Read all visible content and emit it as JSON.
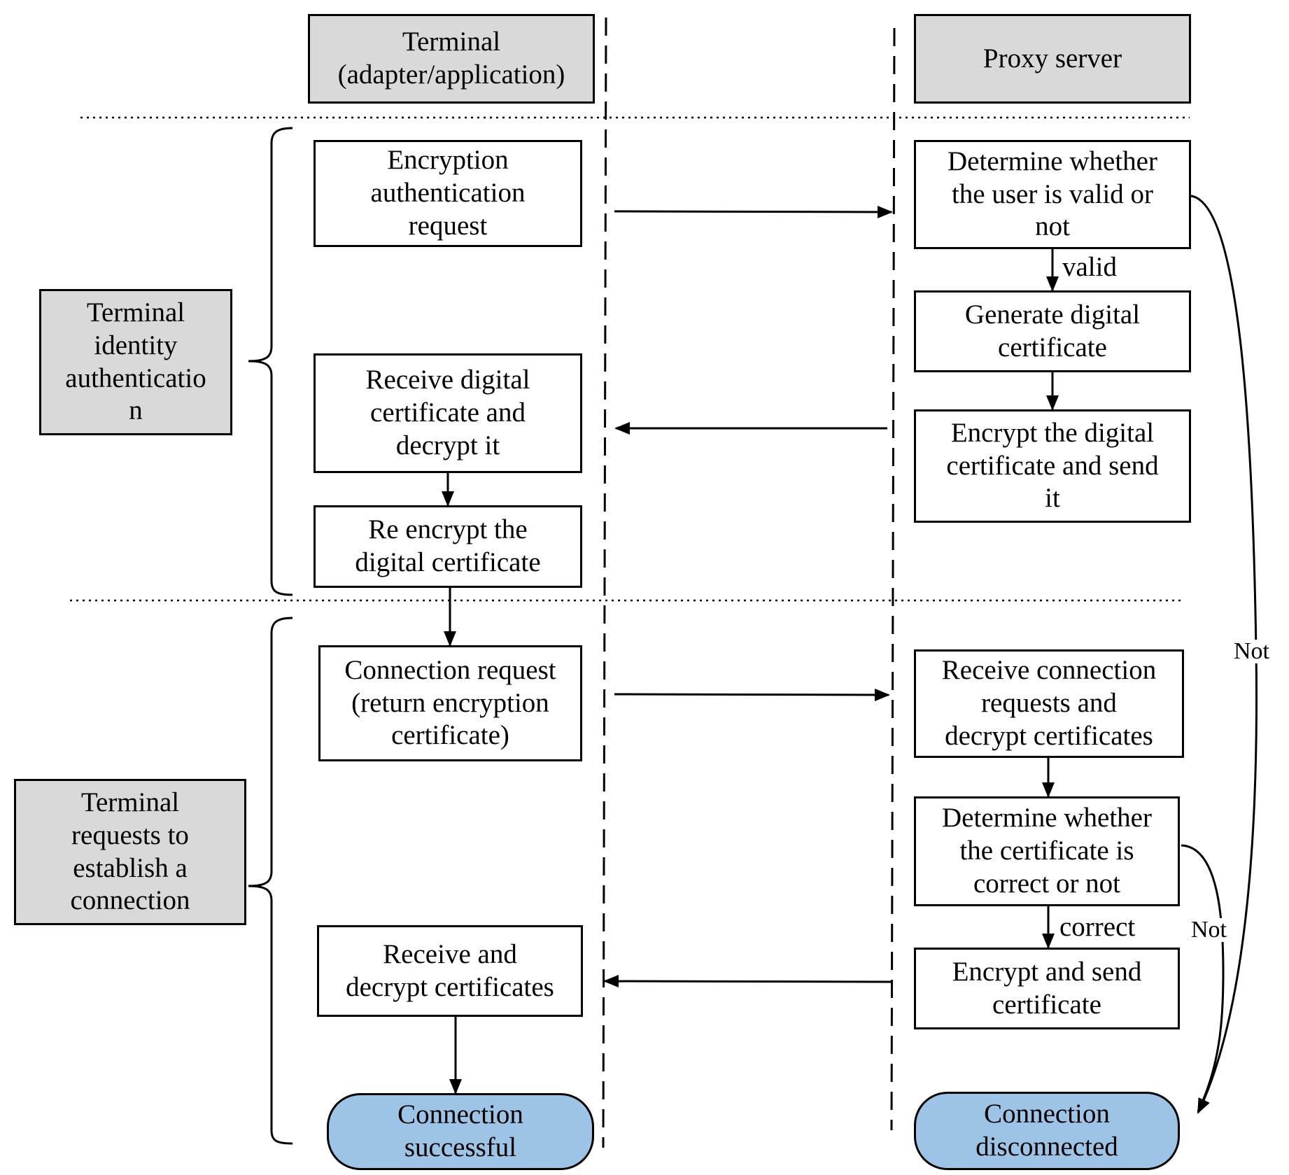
{
  "lanes": {
    "terminal": "Terminal\n(adapter/application)",
    "proxy": "Proxy server"
  },
  "phases": {
    "auth": "Terminal\nidentity\nauthenticatio\nn",
    "connect": "Terminal\nrequests to\nestablish a\nconnection"
  },
  "terminal_steps": {
    "encryption_request": "Encryption\nauthentication\nrequest",
    "receive_cert": "Receive digital\ncertificate and\ndecrypt it",
    "reencrypt": "Re encrypt the\ndigital certificate",
    "connection_request": "Connection request\n(return encryption\ncertificate)",
    "receive_decrypt": "Receive and\ndecrypt certificates",
    "success": "Connection\nsuccessful"
  },
  "proxy_steps": {
    "determine_user": "Determine whether\nthe user is valid or\nnot",
    "generate_cert": "Generate digital\ncertificate",
    "encrypt_send": "Encrypt the digital\ncertificate and send\nit",
    "receive_requests": "Receive connection\nrequests and\ndecrypt certificates",
    "determine_cert": "Determine whether\nthe certificate is\ncorrect or not",
    "encrypt_send_cert": "Encrypt and send\ncertificate",
    "disconnected": "Connection\ndisconnected"
  },
  "edge_labels": {
    "valid": "valid",
    "correct": "correct",
    "not_user": "Not",
    "not_cert": "Not"
  },
  "colors": {
    "lane_header": "#d9d9d9",
    "terminal_state": "#9dc3e6",
    "line": "#000000"
  }
}
